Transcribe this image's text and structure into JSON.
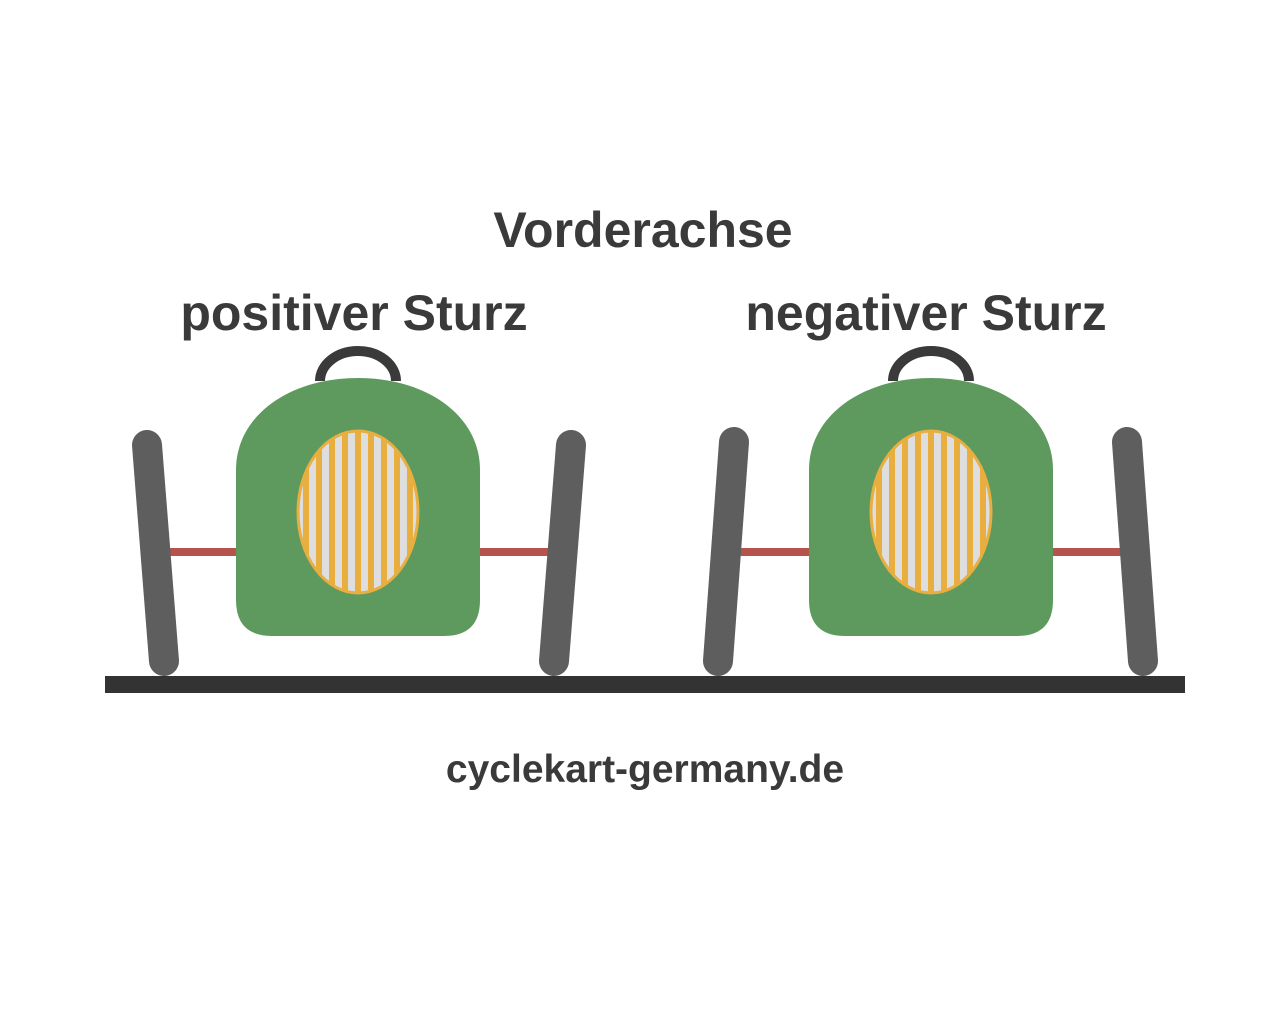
{
  "diagram": {
    "title": "Vorderachse",
    "left": {
      "label": "positiver Sturz"
    },
    "right": {
      "label": "negativer Sturz"
    },
    "footer": "cyclekart-germany.de"
  },
  "colors": {
    "text": "#3a3a3a",
    "ground": "#333333",
    "wheel": "#5e5e5e",
    "handle": "#3a3a3a",
    "body": "#5e9a5e",
    "axle": "#b5544c",
    "grille_fill": "#dedede",
    "grille_stripe": "#e8ae3f"
  },
  "icons": {
    "body": "kart-body-icon",
    "grille": "radiator-grille-icon",
    "wheel": "wheel-icon",
    "handle": "handle-icon"
  }
}
